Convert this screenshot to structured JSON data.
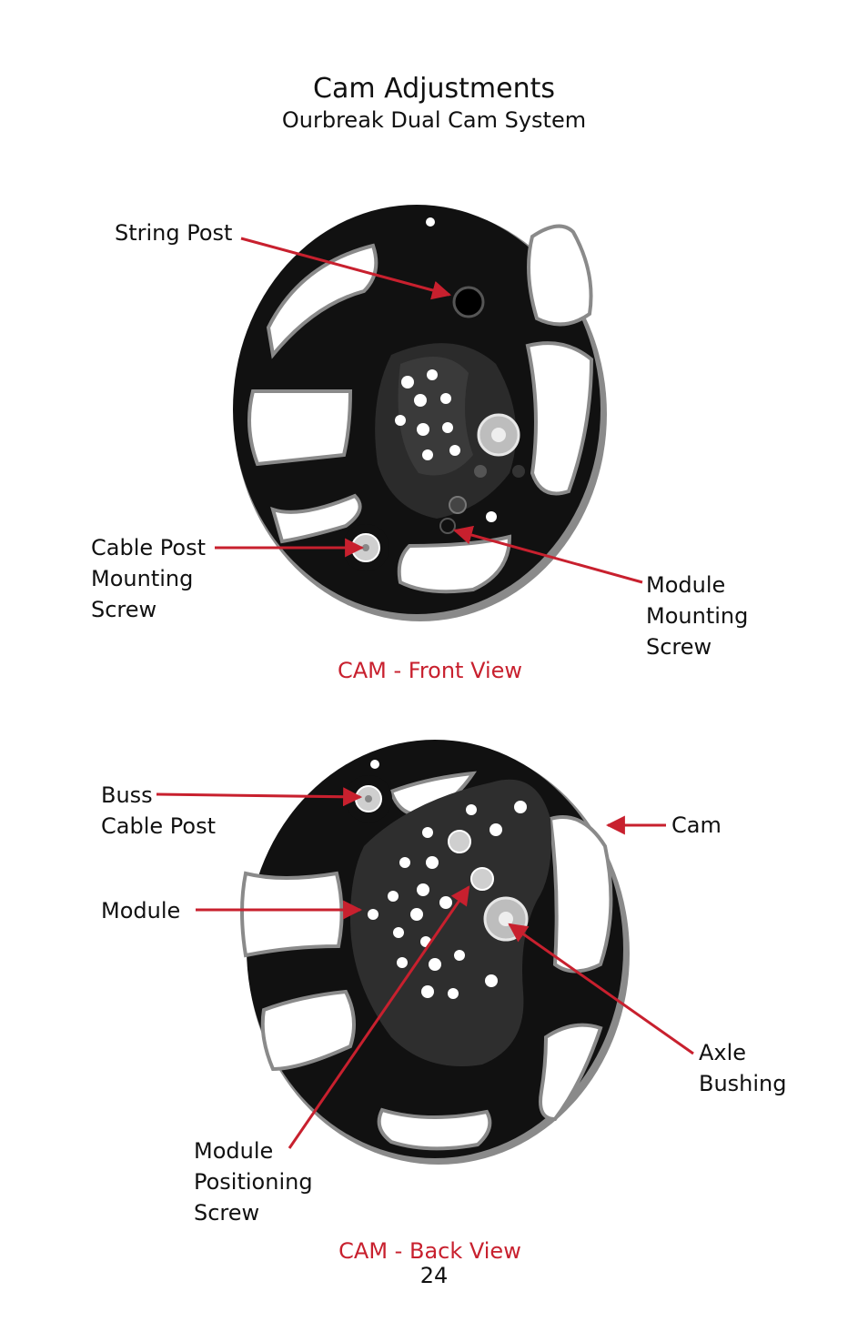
{
  "page": {
    "title": "Cam Adjustments",
    "subtitle": "Ourbreak Dual Cam System",
    "page_number": "24"
  },
  "front_view": {
    "caption": "CAM - Front View",
    "labels": {
      "string_post": "String Post",
      "cable_post": [
        "Cable Post",
        "Mounting",
        "Screw"
      ],
      "module_mounting": [
        "Module",
        "Mounting",
        "Screw"
      ]
    }
  },
  "back_view": {
    "caption": "CAM - Back View",
    "labels": {
      "buss_cable_post": [
        "Buss",
        "Cable Post"
      ],
      "cam": "Cam",
      "module": "Module",
      "axle_bushing": [
        "Axle",
        "Bushing"
      ],
      "module_positioning": [
        "Module",
        "Positioning",
        "Screw"
      ]
    }
  },
  "colors": {
    "accent": "#c8202e",
    "cam_body": "#111111",
    "cam_highlight": "#8a8a8a"
  }
}
